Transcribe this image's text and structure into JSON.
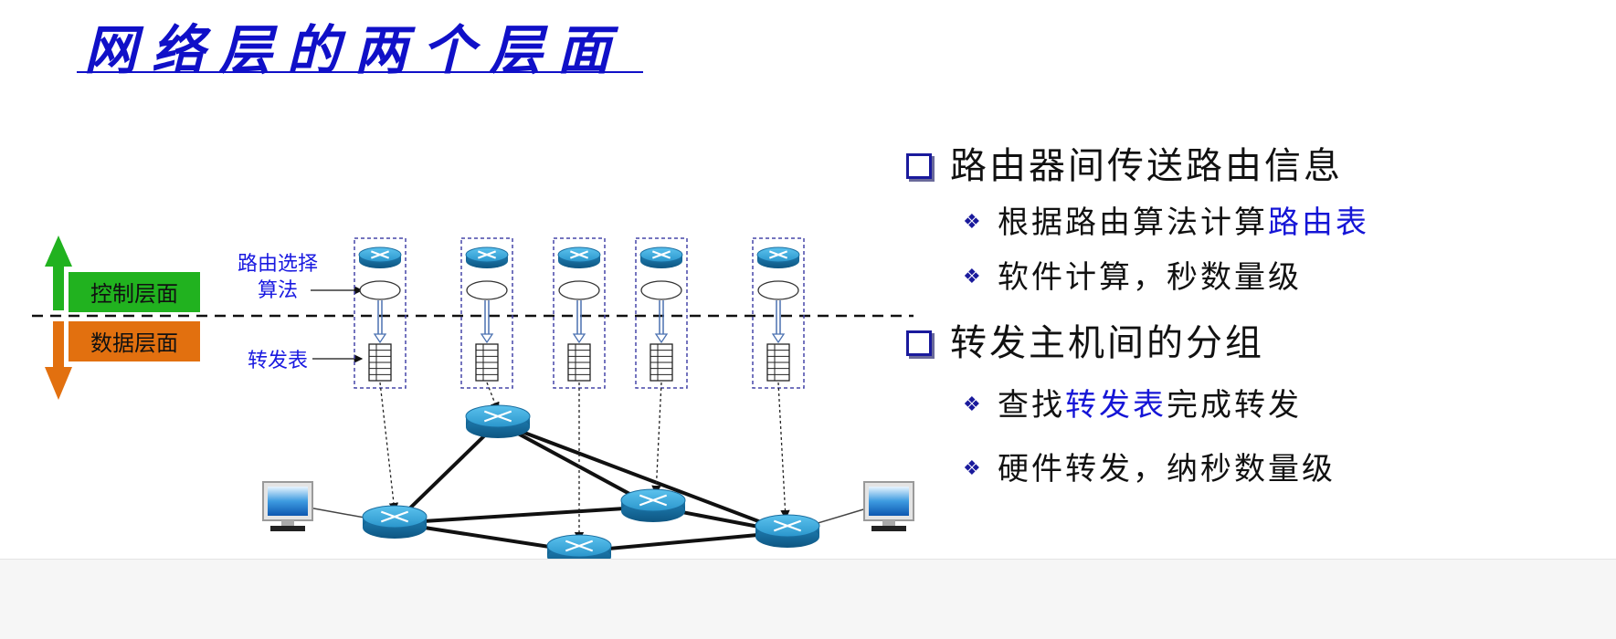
{
  "title": "网络层的两个层面",
  "diagram": {
    "control_plane": "控制层面",
    "data_plane": "数据层面",
    "routing_algorithm_label_1": "路由选择",
    "routing_algorithm_label_2": "算法",
    "forwarding_table_label": "转发表",
    "colors": {
      "control": "#21b21f",
      "data": "#e2700f",
      "label_blue": "#1a1ae0",
      "box_border": "#4646a8",
      "router_top": "#35a6d8",
      "router_side": "#1a6ea0"
    }
  },
  "bullets": [
    {
      "text": "路由器间传送路由信息",
      "sub": [
        {
          "prefix": "根据路由算法计算",
          "highlight": "路由表",
          "suffix": ""
        },
        {
          "prefix": "软件计算，秒数量级",
          "highlight": "",
          "suffix": ""
        }
      ]
    },
    {
      "text": "转发主机间的分组",
      "sub": [
        {
          "prefix": "查找",
          "highlight": "转发表",
          "suffix": "完成转发"
        },
        {
          "prefix": "硬件转发，纳秒数量级",
          "highlight": "",
          "suffix": ""
        }
      ]
    }
  ]
}
